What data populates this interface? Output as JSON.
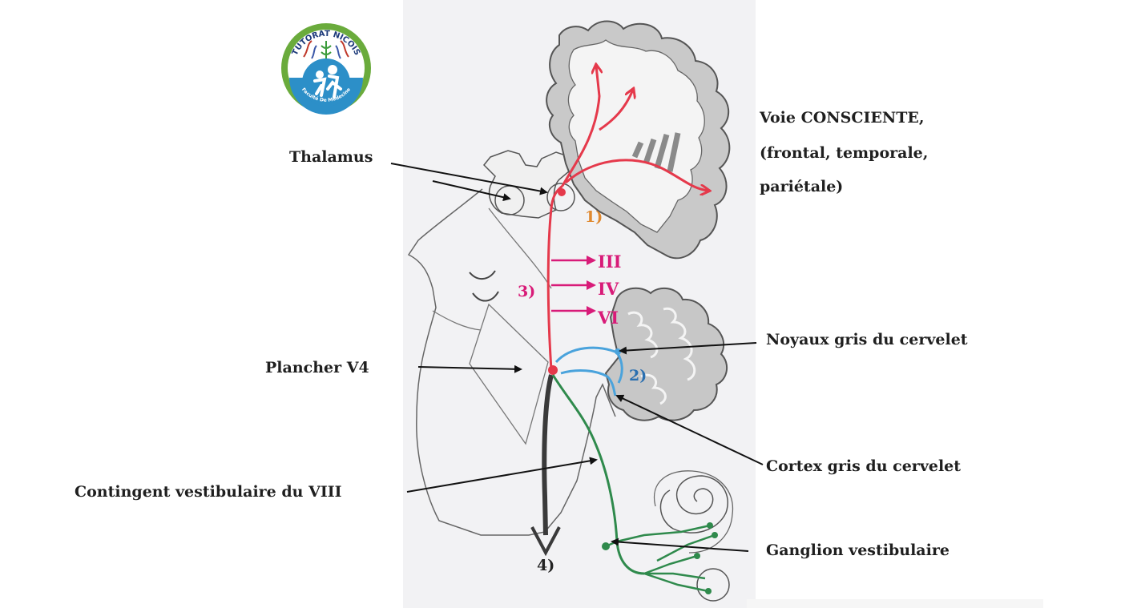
{
  "logo": {
    "top_text": "TUTORAT NICOIS",
    "bottom_text": "Faculté De Médecine"
  },
  "labels": {
    "thalamus": "Thalamus",
    "plancher": "Plancher V4",
    "contingent": "Contingent vestibulaire du VIII",
    "voie_line1": "Voie CONSCIENTE,",
    "voie_line2": "(frontal, temporale,",
    "voie_line3": "pariétale)",
    "noyaux": "Noyaux gris du cervelet",
    "cortex": "Cortex gris du cervelet",
    "ganglion": "Ganglion vestibulaire"
  },
  "numbers": {
    "n1": "1)",
    "n2": "2)",
    "n3": "3)",
    "n4": "4)"
  },
  "nerves": {
    "iii": "III",
    "iv": "IV",
    "vi": "VI"
  },
  "colors": {
    "conscious_path": "#e5394b",
    "oculomotor": "#d81b78",
    "cerebellar_path": "#4aa3dc",
    "vestibular_nerve": "#2f8a4c",
    "descending": "#333333",
    "label_1": "#e0892f",
    "label_2": "#2a6fb0",
    "label_3": "#d81b78"
  }
}
